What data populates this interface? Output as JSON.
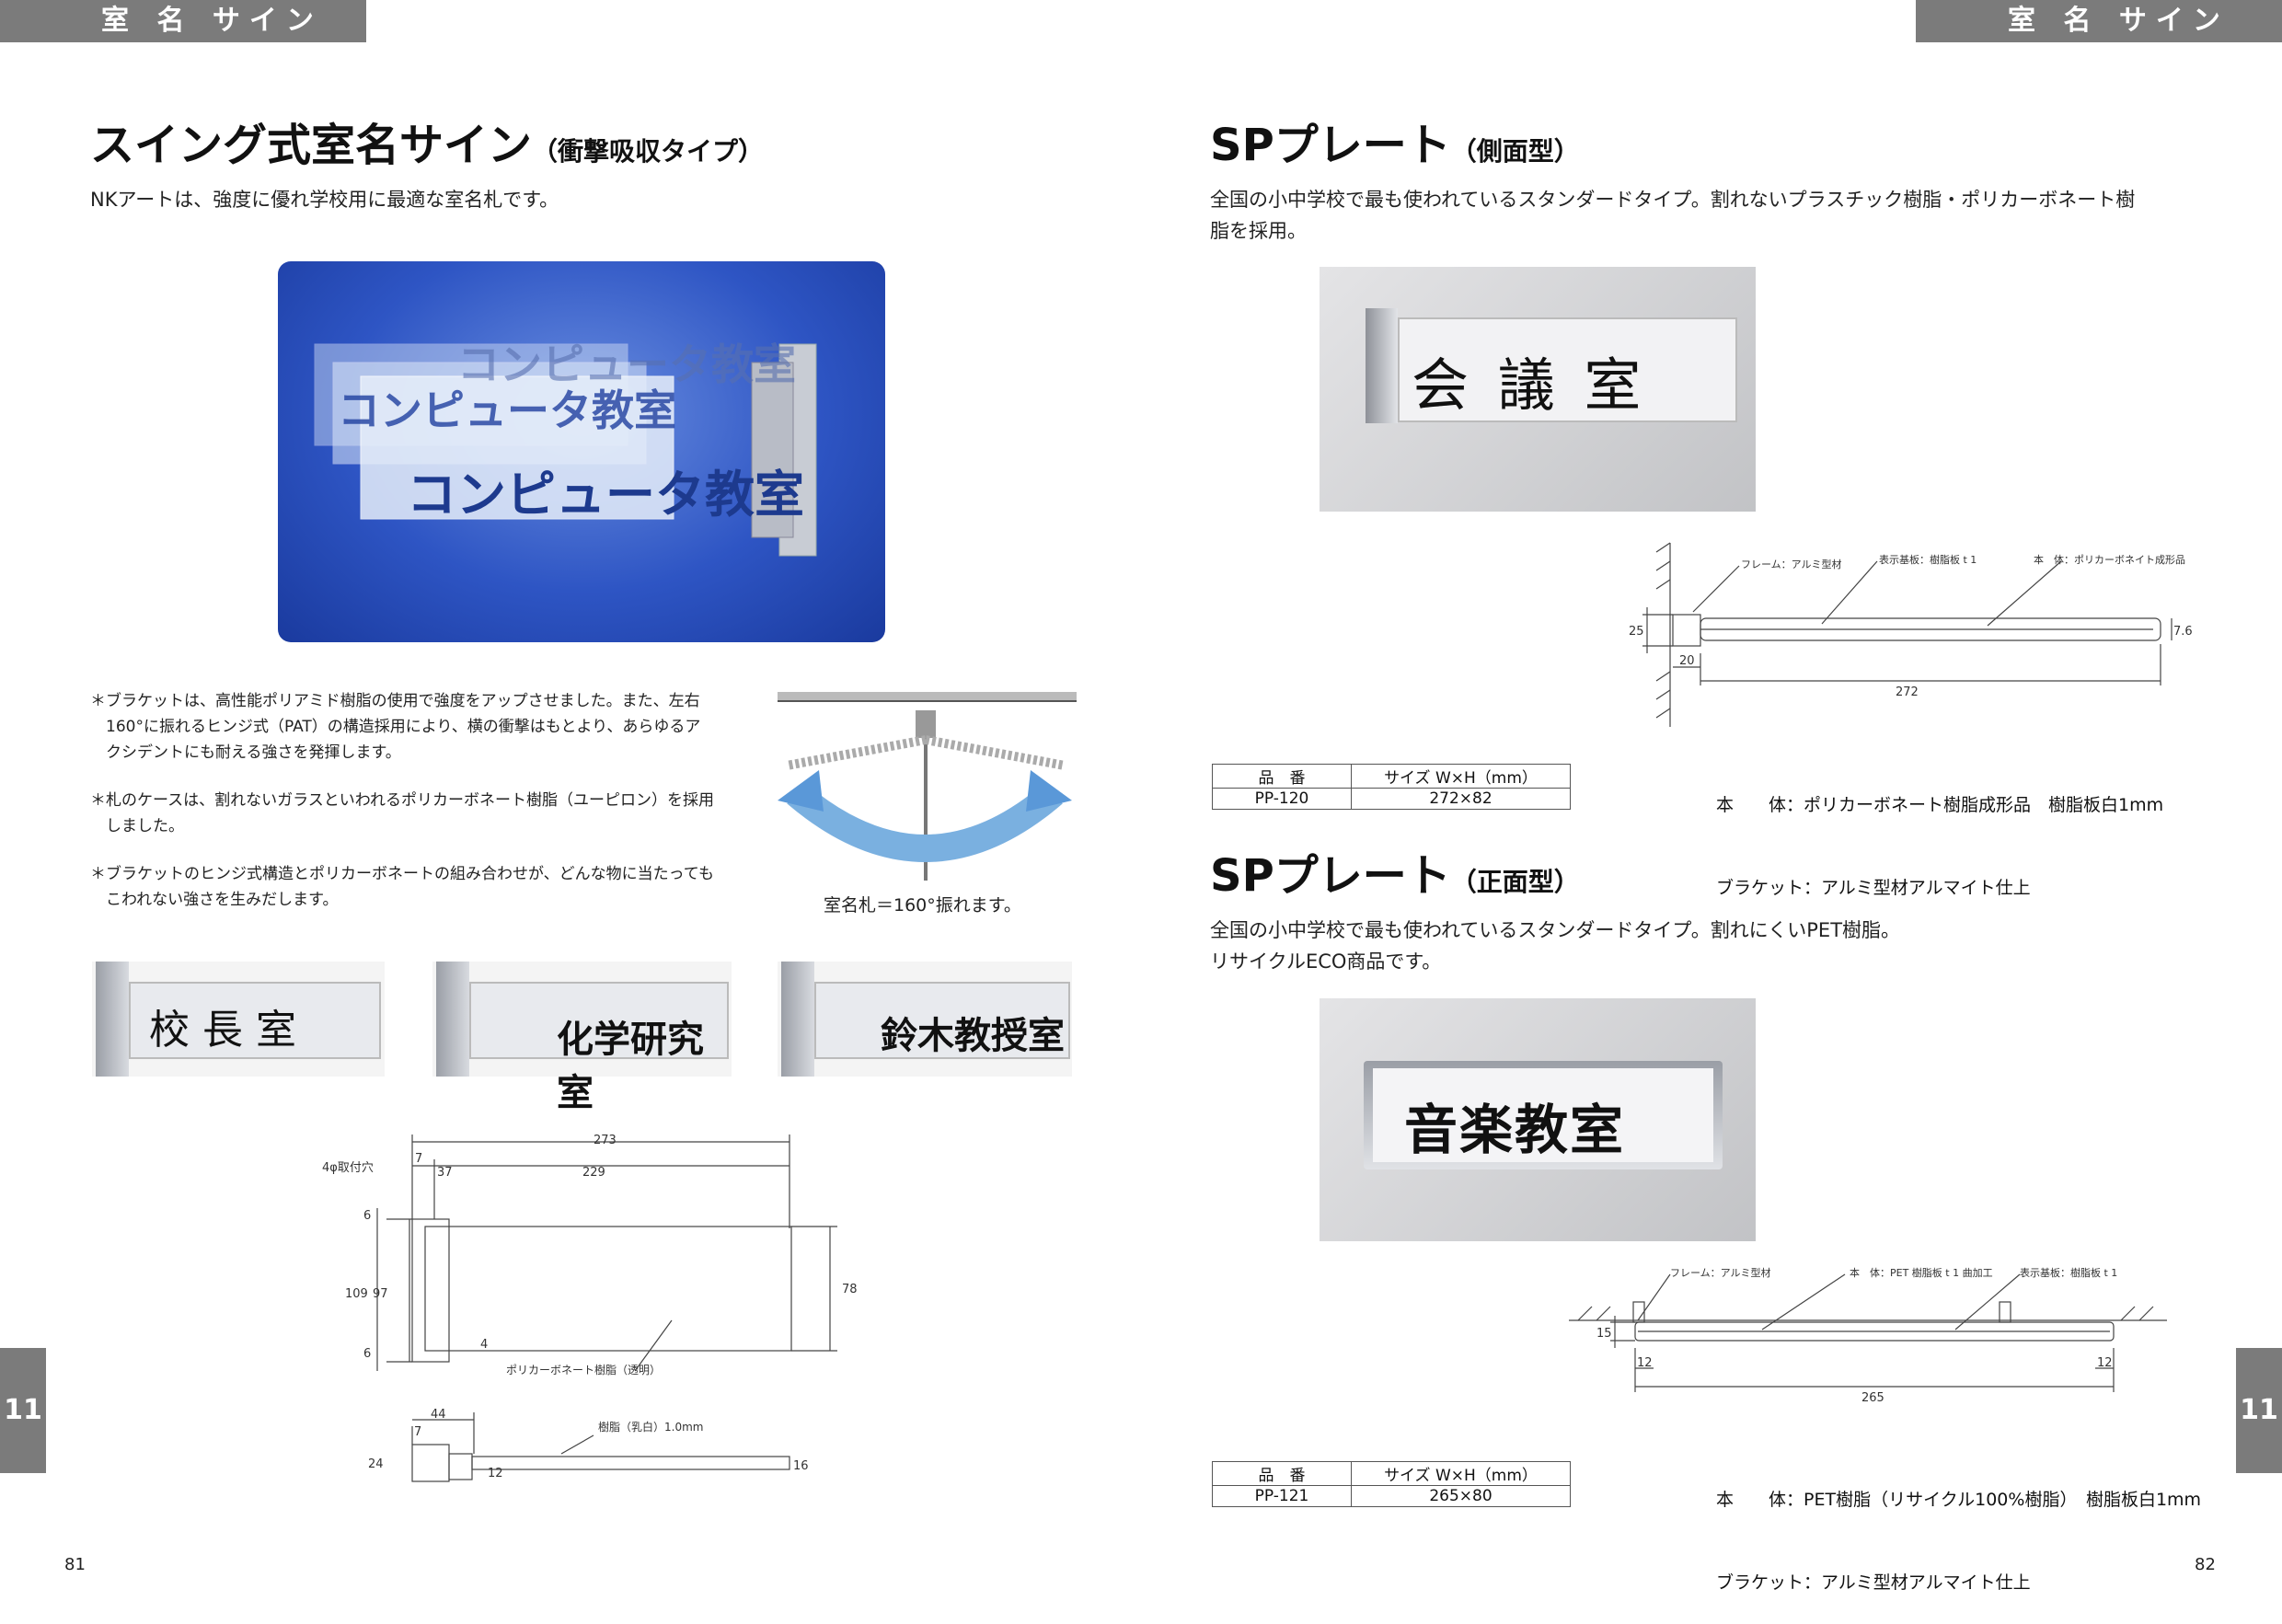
{
  "left": {
    "header_tab": "室 名 サイン",
    "title": "スイング式室名サイン",
    "title_sub": "（衝撃吸収タイプ）",
    "intro": "NKアートは、強度に優れ学校用に最適な室名札です。",
    "photo_text": "コンピュータ教室",
    "bullets": [
      "＊ブラケットは、高性能ポリアミド樹脂の使用で強度をアップさせました。また、左右",
      "　160°に振れるヒンジ式（PAT）の構造採用により、横の衝撃はもとより、あらゆるア",
      "　クシデントにも耐える強さを発揮します。",
      "＊札のケースは、割れないガラスといわれるポリカーボネート樹脂（ユーピロン）を採用",
      "　しました。",
      "＊ブラケットのヒンジ式構造とポリカーボネートの組み合わせが、どんな物に当たっても",
      "　こわれない強さを生みだします。"
    ],
    "swing_caption": "室名札＝160°振れます。",
    "samples": [
      "校 長 室",
      "化学研究室",
      "鈴木教授室"
    ],
    "drawing": {
      "dims": [
        "273",
        "7",
        "37",
        "229",
        "4φ取付穴",
        "6",
        "109",
        "97",
        "6",
        "78",
        "4",
        "ポリカーボネート樹脂（透明）",
        "44",
        "7",
        "24",
        "12",
        "16",
        "樹脂（乳白）1.0mm"
      ]
    },
    "side_tab": "11",
    "page_number": "81"
  },
  "right": {
    "header_tab": "室 名 サイン",
    "section1": {
      "title": "SPプレート",
      "title_sub": "（側面型）",
      "intro_line1": "全国の小中学校で最も使われているスタンダードタイプ。割れないプラスチック樹脂・ポリカーボネート樹",
      "intro_line2": "脂を採用。",
      "photo_text": "会 議 室",
      "drawing_labels": [
        "フレーム：アルミ型材",
        "表示基板：樹脂板 t 1",
        "本　体：ポリカーボネイト成形品",
        "25",
        "7.6",
        "20",
        "272"
      ],
      "spec_lines": [
        "本　　体：ポリカーボネート樹脂成形品　樹脂板白1mm",
        "ブラケット：アルミ型材アルマイト仕上"
      ],
      "table": {
        "headers": [
          "品　番",
          "サイズ W×H（mm）"
        ],
        "rows": [
          [
            "PP-120",
            "272×82"
          ]
        ]
      }
    },
    "section2": {
      "title": "SPプレート",
      "title_sub": "（正面型）",
      "intro_line1": "全国の小中学校で最も使われているスタンダードタイプ。割れにくいPET樹脂。",
      "intro_line2": "リサイクルECO商品です。",
      "photo_text": "音楽教室",
      "drawing_labels": [
        "フレーム：アルミ型材",
        "本　体：PET 樹脂板 t 1 曲加工",
        "表示基板：樹脂板 t 1",
        "15",
        "12",
        "12",
        "265"
      ],
      "spec_lines": [
        "本　　体：PET樹脂（リサイクル100%樹脂）　樹脂板白1mm",
        "ブラケット：アルミ型材アルマイト仕上"
      ],
      "table": {
        "headers": [
          "品　番",
          "サイズ W×H（mm）"
        ],
        "rows": [
          [
            "PP-121",
            "265×80"
          ]
        ]
      }
    },
    "side_tab": "11",
    "page_number": "82"
  }
}
